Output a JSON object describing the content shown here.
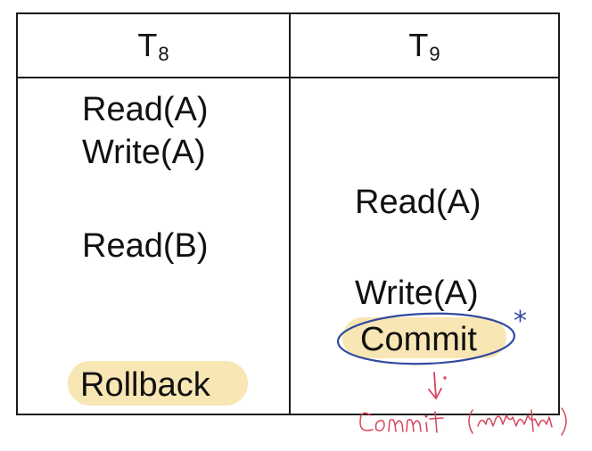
{
  "table": {
    "columns": [
      {
        "name": "T",
        "subscript": "8"
      },
      {
        "name": "T",
        "subscript": "9"
      }
    ],
    "t8_ops": [
      "Read(A)",
      "Write(A)",
      "Read(B)",
      "Rollback"
    ],
    "t9_ops": [
      "Read(A)",
      "Write(A)",
      "Commit"
    ]
  },
  "annotations": {
    "highlight_color": "#f8e6b4",
    "ellipse_color": "#2f4a9e",
    "asterisk": "*",
    "handwritten_note_color": "#d6455a",
    "arrow_icon": "down-arrow-icon"
  }
}
